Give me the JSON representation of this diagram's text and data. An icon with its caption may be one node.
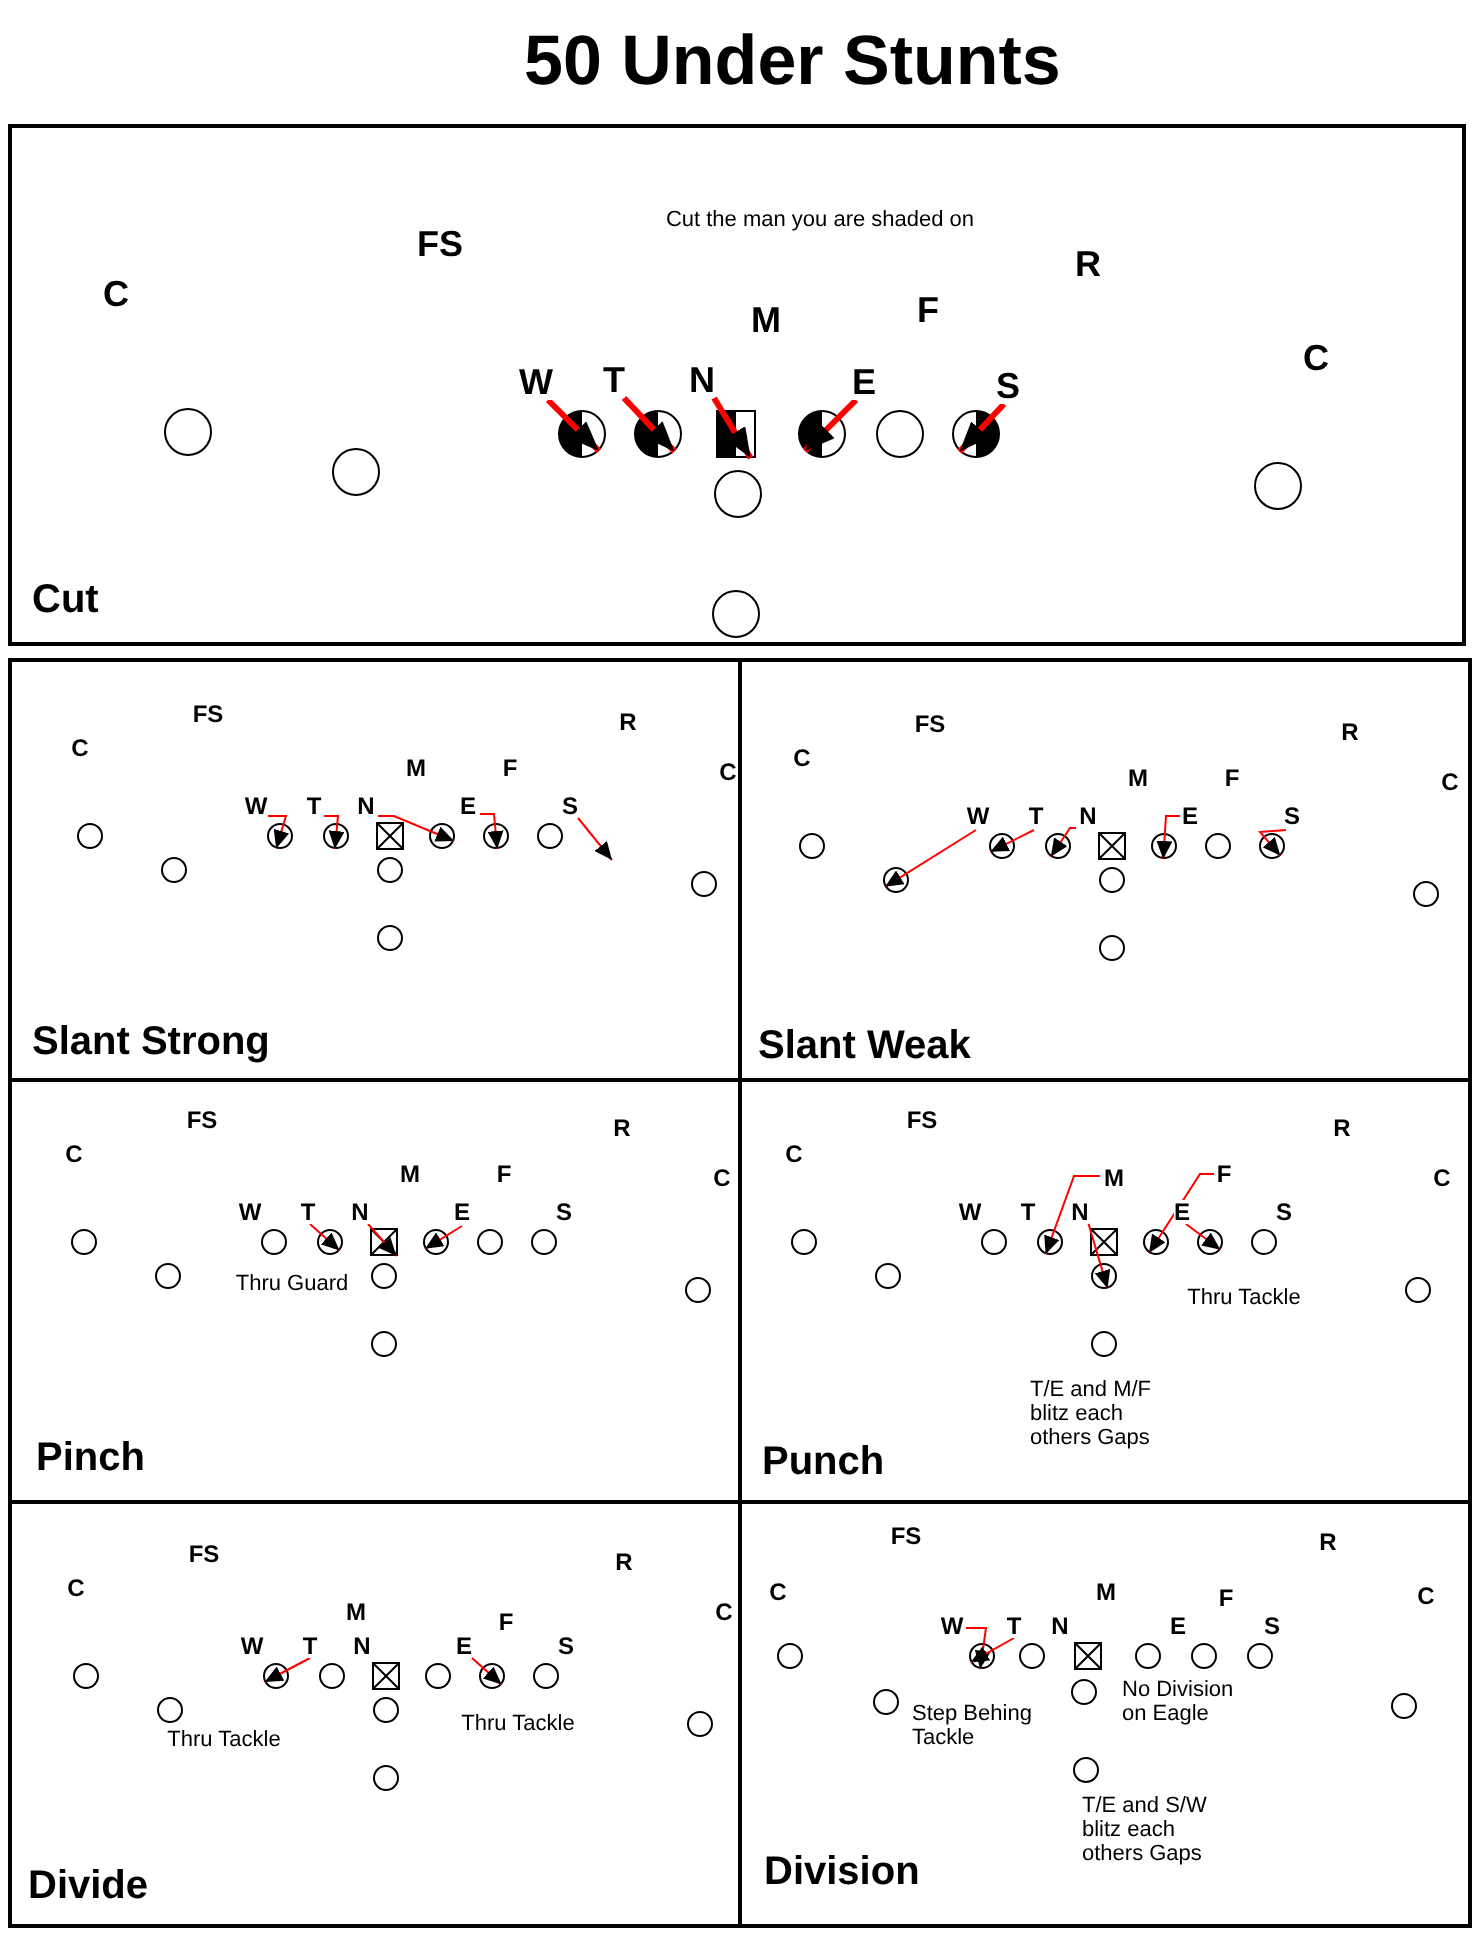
{
  "diagram": {
    "title": "50 Under Stunts",
    "nodes": [
      {
        "text": [
          "Cut the man you are shaded on",
          "Cut"
        ]
      },
      {
        "text": [
          "C"
        ],
        "in": 0
      },
      {
        "text": [
          "FS"
        ],
        "in": 0
      },
      {
        "text": [
          "R"
        ],
        "in": 0
      },
      {
        "text": [
          "M"
        ],
        "in": 0
      },
      {
        "text": [
          "F"
        ],
        "in": 0
      },
      {
        "text": [
          "C"
        ],
        "in": 0
      },
      {
        "text": [
          "W"
        ],
        "in": 0
      },
      {
        "text": [
          "T"
        ],
        "in": 0
      },
      {
        "text": [
          "N"
        ],
        "in": 0
      },
      {
        "text": [
          "E"
        ],
        "in": 0
      },
      {
        "text": [
          "S"
        ],
        "in": 0
      },
      {
        "text": [],
        "shape": "circle",
        "in": 0
      },
      {
        "text": [],
        "shape": "circle",
        "in": 0
      },
      {
        "text": [],
        "shape": "circle",
        "in": 0
      },
      {
        "text": [],
        "shape": "box",
        "in": 0
      },
      {
        "text": [],
        "shape": "circle",
        "in": 0
      },
      {
        "text": [],
        "shape": "circle",
        "in": 0
      },
      {
        "text": [],
        "shape": "circle",
        "in": 0
      },
      {
        "text": [],
        "shape": "circle",
        "in": 0
      },
      {
        "text": [],
        "shape": "circle",
        "in": 0
      },
      {
        "text": [],
        "shape": "circle",
        "in": 0
      },
      {
        "text": [],
        "shape": "circle",
        "in": 0
      },
      {
        "text": [
          "Slant Strong"
        ]
      },
      {
        "text": [
          "C"
        ],
        "in": 23
      },
      {
        "text": [
          "FS"
        ],
        "in": 23
      },
      {
        "text": [
          "R"
        ],
        "in": 23
      },
      {
        "text": [
          "M"
        ],
        "in": 23
      },
      {
        "text": [
          "F"
        ],
        "in": 23
      },
      {
        "text": [
          "C"
        ],
        "in": 23
      },
      {
        "text": [
          "W"
        ],
        "in": 23
      },
      {
        "text": [
          "T"
        ],
        "in": 23
      },
      {
        "text": [
          "N"
        ],
        "in": 23
      },
      {
        "text": [
          "E"
        ],
        "in": 23
      },
      {
        "text": [
          "S"
        ],
        "in": 23
      },
      {
        "text": [],
        "shape": "circle",
        "in": 23
      },
      {
        "text": [],
        "shape": "circle",
        "in": 23
      },
      {
        "text": [],
        "shape": "circle",
        "in": 23
      },
      {
        "text": [],
        "shape": "box",
        "in": 23
      },
      {
        "text": [],
        "shape": "circle",
        "in": 23
      },
      {
        "text": [],
        "shape": "circle",
        "in": 23
      },
      {
        "text": [],
        "shape": "circle",
        "in": 23
      },
      {
        "text": [],
        "shape": "circle",
        "in": 23
      },
      {
        "text": [],
        "shape": "circle",
        "in": 23
      },
      {
        "text": [],
        "shape": "circle",
        "in": 23
      },
      {
        "text": [],
        "shape": "circle",
        "in": 23
      },
      {
        "text": [
          "Slant Weak"
        ]
      },
      {
        "text": [
          "C"
        ],
        "in": 46
      },
      {
        "text": [
          "FS"
        ],
        "in": 46
      },
      {
        "text": [
          "R"
        ],
        "in": 46
      },
      {
        "text": [
          "M"
        ],
        "in": 46
      },
      {
        "text": [
          "F"
        ],
        "in": 46
      },
      {
        "text": [
          "C"
        ],
        "in": 46
      },
      {
        "text": [
          "W"
        ],
        "in": 46
      },
      {
        "text": [
          "T"
        ],
        "in": 46
      },
      {
        "text": [
          "N"
        ],
        "in": 46
      },
      {
        "text": [
          "E"
        ],
        "in": 46
      },
      {
        "text": [
          "S"
        ],
        "in": 46
      },
      {
        "text": [],
        "shape": "circle",
        "in": 46
      },
      {
        "text": [],
        "shape": "circle",
        "in": 46
      },
      {
        "text": [],
        "shape": "circle",
        "in": 46
      },
      {
        "text": [],
        "shape": "box",
        "in": 46
      },
      {
        "text": [],
        "shape": "circle",
        "in": 46
      },
      {
        "text": [],
        "shape": "circle",
        "in": 46
      },
      {
        "text": [],
        "shape": "circle",
        "in": 46
      },
      {
        "text": [],
        "shape": "circle",
        "in": 46
      },
      {
        "text": [],
        "shape": "circle",
        "in": 46
      },
      {
        "text": [],
        "shape": "circle",
        "in": 46
      },
      {
        "text": [],
        "shape": "circle",
        "in": 46
      },
      {
        "text": [
          "Thru Guard",
          "Pinch"
        ]
      },
      {
        "text": [
          "C"
        ],
        "in": 69
      },
      {
        "text": [
          "FS"
        ],
        "in": 69
      },
      {
        "text": [
          "R"
        ],
        "in": 69
      },
      {
        "text": [
          "M"
        ],
        "in": 69
      },
      {
        "text": [
          "F"
        ],
        "in": 69
      },
      {
        "text": [
          "C"
        ],
        "in": 69
      },
      {
        "text": [
          "W"
        ],
        "in": 69
      },
      {
        "text": [
          "T"
        ],
        "in": 69
      },
      {
        "text": [
          "N"
        ],
        "in": 69
      },
      {
        "text": [
          "E"
        ],
        "in": 69
      },
      {
        "text": [
          "S"
        ],
        "in": 69
      },
      {
        "text": [],
        "shape": "circle",
        "in": 69
      },
      {
        "text": [],
        "shape": "circle",
        "in": 69
      },
      {
        "text": [],
        "shape": "circle",
        "in": 69
      },
      {
        "text": [],
        "shape": "box",
        "in": 69
      },
      {
        "text": [],
        "shape": "circle",
        "in": 69
      },
      {
        "text": [],
        "shape": "circle",
        "in": 69
      },
      {
        "text": [],
        "shape": "circle",
        "in": 69
      },
      {
        "text": [],
        "shape": "circle",
        "in": 69
      },
      {
        "text": [],
        "shape": "circle",
        "in": 69
      },
      {
        "text": [],
        "shape": "circle",
        "in": 69
      },
      {
        "text": [],
        "shape": "circle",
        "in": 69
      },
      {
        "text": [
          "Thru Tackle",
          "T/E and M/F blitz each others Gaps",
          "Punch"
        ]
      },
      {
        "text": [
          "C"
        ],
        "in": 92
      },
      {
        "text": [
          "FS"
        ],
        "in": 92
      },
      {
        "text": [
          "R"
        ],
        "in": 92
      },
      {
        "text": [
          "M"
        ],
        "in": 92
      },
      {
        "text": [
          "F"
        ],
        "in": 92
      },
      {
        "text": [
          "C"
        ],
        "in": 92
      },
      {
        "text": [
          "W"
        ],
        "in": 92
      },
      {
        "text": [
          "T"
        ],
        "in": 92
      },
      {
        "text": [
          "N"
        ],
        "in": 92
      },
      {
        "text": [
          "E"
        ],
        "in": 92
      },
      {
        "text": [
          "S"
        ],
        "in": 92
      },
      {
        "text": [],
        "shape": "circle",
        "in": 92
      },
      {
        "text": [],
        "shape": "circle",
        "in": 92
      },
      {
        "text": [],
        "shape": "circle",
        "in": 92
      },
      {
        "text": [],
        "shape": "box",
        "in": 92
      },
      {
        "text": [],
        "shape": "circle",
        "in": 92
      },
      {
        "text": [],
        "shape": "circle",
        "in": 92
      },
      {
        "text": [],
        "shape": "circle",
        "in": 92
      },
      {
        "text": [],
        "shape": "circle",
        "in": 92
      },
      {
        "text": [],
        "shape": "circle",
        "in": 92
      },
      {
        "text": [],
        "shape": "circle",
        "in": 92
      },
      {
        "text": [],
        "shape": "circle",
        "in": 92
      },
      {
        "text": [
          "Thru Tackle",
          "Thru Tackle",
          "Divide"
        ]
      },
      {
        "text": [
          "C"
        ],
        "in": 115
      },
      {
        "text": [
          "FS"
        ],
        "in": 115
      },
      {
        "text": [
          "R"
        ],
        "in": 115
      },
      {
        "text": [
          "M"
        ],
        "in": 115
      },
      {
        "text": [
          "F"
        ],
        "in": 115
      },
      {
        "text": [
          "C"
        ],
        "in": 115
      },
      {
        "text": [
          "W"
        ],
        "in": 115
      },
      {
        "text": [
          "T"
        ],
        "in": 115
      },
      {
        "text": [
          "N"
        ],
        "in": 115
      },
      {
        "text": [
          "E"
        ],
        "in": 115
      },
      {
        "text": [
          "S"
        ],
        "in": 115
      },
      {
        "text": [],
        "shape": "circle",
        "in": 115
      },
      {
        "text": [],
        "shape": "circle",
        "in": 115
      },
      {
        "text": [],
        "shape": "circle",
        "in": 115
      },
      {
        "text": [],
        "shape": "box",
        "in": 115
      },
      {
        "text": [],
        "shape": "circle",
        "in": 115
      },
      {
        "text": [],
        "shape": "circle",
        "in": 115
      },
      {
        "text": [],
        "shape": "circle",
        "in": 115
      },
      {
        "text": [],
        "shape": "circle",
        "in": 115
      },
      {
        "text": [],
        "shape": "circle",
        "in": 115
      },
      {
        "text": [],
        "shape": "circle",
        "in": 115
      },
      {
        "text": [],
        "shape": "circle",
        "in": 115
      },
      {
        "text": [
          "No Division on Eagle",
          "Step Behing Tackle",
          "T/E and S/W blitz each others Gaps",
          "Division"
        ]
      },
      {
        "text": [
          "C"
        ],
        "in": 138
      },
      {
        "text": [
          "FS"
        ],
        "in": 138
      },
      {
        "text": [
          "R"
        ],
        "in": 138
      },
      {
        "text": [
          "M"
        ],
        "in": 138
      },
      {
        "text": [
          "F"
        ],
        "in": 138
      },
      {
        "text": [
          "C"
        ],
        "in": 138
      },
      {
        "text": [
          "W"
        ],
        "in": 138
      },
      {
        "text": [
          "T"
        ],
        "in": 138
      },
      {
        "text": [
          "N"
        ],
        "in": 138
      },
      {
        "text": [
          "E"
        ],
        "in": 138
      },
      {
        "text": [
          "S"
        ],
        "in": 138
      },
      {
        "text": [],
        "shape": "circle",
        "in": 138
      },
      {
        "text": [],
        "shape": "circle",
        "in": 138
      },
      {
        "text": [],
        "shape": "circle",
        "in": 138
      },
      {
        "text": [],
        "shape": "box",
        "in": 138
      },
      {
        "text": [],
        "shape": "circle",
        "in": 138
      },
      {
        "text": [],
        "shape": "circle",
        "in": 138
      },
      {
        "text": [],
        "shape": "circle",
        "in": 138
      },
      {
        "text": [],
        "shape": "circle",
        "in": 138
      },
      {
        "text": [],
        "shape": "circle",
        "in": 138
      },
      {
        "text": [],
        "shape": "circle",
        "in": 138
      },
      {
        "text": [],
        "shape": "circle",
        "in": 138
      }
    ],
    "edges": [
      {
        "from": 7,
        "to": 13,
        "arrow": "to",
        "style": "thick"
      },
      {
        "from": 8,
        "to": 14,
        "arrow": "to",
        "style": "thick"
      },
      {
        "from": 9,
        "to": 15,
        "arrow": "to",
        "style": "thick"
      },
      {
        "from": 10,
        "to": 16,
        "arrow": "to",
        "style": "thick"
      },
      {
        "from": 11,
        "to": 18,
        "arrow": "to",
        "style": "thick"
      },
      {
        "from": 30,
        "to": 36,
        "arrow": "to"
      },
      {
        "from": 31,
        "to": 37,
        "arrow": "to"
      },
      {
        "from": 32,
        "to": 39,
        "arrow": "to"
      },
      {
        "from": 33,
        "to": 40,
        "arrow": "to"
      },
      {
        "from": 34,
        "to": null,
        "arrow": "to"
      },
      {
        "from": 53,
        "to": 65,
        "arrow": "to"
      },
      {
        "from": 54,
        "to": 59,
        "arrow": "to"
      },
      {
        "from": 55,
        "to": 60,
        "arrow": "to"
      },
      {
        "from": 56,
        "to": 62,
        "arrow": "to"
      },
      {
        "from": 57,
        "to": 64,
        "arrow": "to"
      },
      {
        "from": 77,
        "to": 83,
        "arrow": "to"
      },
      {
        "from": 78,
        "to": 84,
        "arrow": "to"
      },
      {
        "from": 79,
        "to": 85,
        "arrow": "to"
      },
      {
        "from": 96,
        "to": 106,
        "arrow": "to"
      },
      {
        "from": 97,
        "to": 108,
        "arrow": "to"
      },
      {
        "from": 101,
        "to": 112,
        "arrow": "to"
      },
      {
        "from": 102,
        "to": 109,
        "arrow": "to"
      },
      {
        "from": 123,
        "to": 128,
        "arrow": "to"
      },
      {
        "from": 125,
        "to": 132,
        "arrow": "to"
      },
      {
        "from": 145,
        "to": 151,
        "arrow": "to"
      },
      {
        "from": 146,
        "to": 151,
        "arrow": "to"
      }
    ]
  }
}
